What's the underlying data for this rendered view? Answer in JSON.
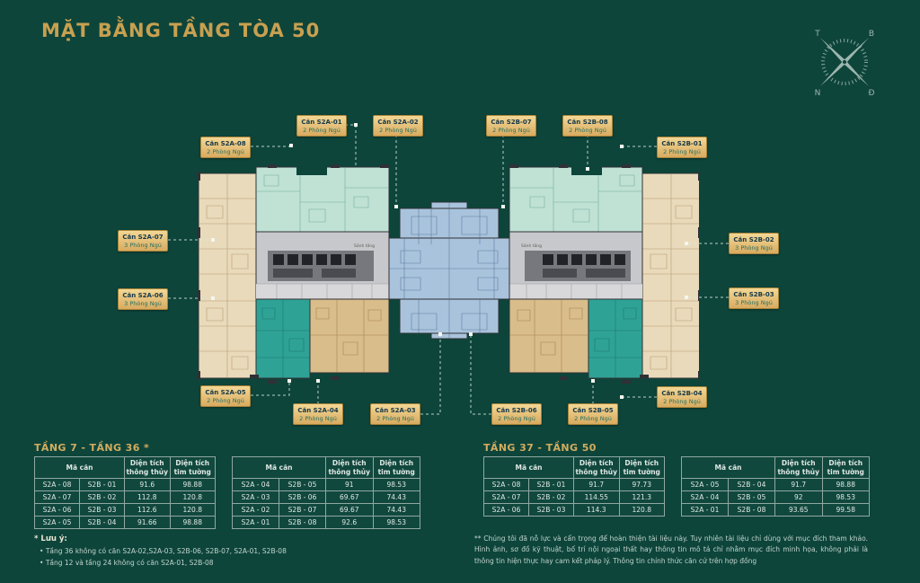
{
  "page": {
    "title": "MẶT BẰNG TẦNG TÒA 50"
  },
  "compass": {
    "nw": "T",
    "ne": "B",
    "sw": "N",
    "se": "Đ"
  },
  "plan": {
    "corridor_label_left": "Sảnh tầng",
    "corridor_label_right": "Sảnh tầng"
  },
  "callouts": [
    {
      "unit": "Căn S2A-08",
      "beds": "2 Phòng Ngủ"
    },
    {
      "unit": "Căn S2A-01",
      "beds": "2 Phòng Ngủ"
    },
    {
      "unit": "Căn S2A-02",
      "beds": "2 Phòng Ngủ"
    },
    {
      "unit": "Căn S2B-07",
      "beds": "2 Phòng Ngủ"
    },
    {
      "unit": "Căn S2B-08",
      "beds": "2 Phòng Ngủ"
    },
    {
      "unit": "Căn S2B-01",
      "beds": "2 Phòng Ngủ"
    },
    {
      "unit": "Căn S2A-07",
      "beds": "3 Phòng Ngủ"
    },
    {
      "unit": "Căn S2A-06",
      "beds": "3 Phòng Ngủ"
    },
    {
      "unit": "Căn S2B-02",
      "beds": "3 Phòng Ngủ"
    },
    {
      "unit": "Căn S2B-03",
      "beds": "3 Phòng Ngủ"
    },
    {
      "unit": "Căn S2A-05",
      "beds": "2 Phòng Ngủ"
    },
    {
      "unit": "Căn S2A-04",
      "beds": "2 Phòng Ngủ"
    },
    {
      "unit": "Căn S2A-03",
      "beds": "2 Phòng Ngủ"
    },
    {
      "unit": "Căn S2B-06",
      "beds": "2 Phòng Ngủ"
    },
    {
      "unit": "Căn S2B-05",
      "beds": "2 Phòng Ngủ"
    },
    {
      "unit": "Căn S2B-04",
      "beds": "2 Phòng Ngủ"
    }
  ],
  "tables": {
    "headers": {
      "unit": "Mã căn",
      "clear": "Diện tích thông thủy",
      "wall": "Diện tích tim tường"
    },
    "group1": {
      "title": "TẦNG 7 - TẦNG 36 *"
    },
    "group2": {
      "title": "TẦNG 37 - TẦNG 50"
    },
    "t1": {
      "rows": [
        [
          "S2A - 08",
          "S2B - 01",
          "91.6",
          "98.88"
        ],
        [
          "S2A - 07",
          "S2B - 02",
          "112.8",
          "120.8"
        ],
        [
          "S2A - 06",
          "S2B - 03",
          "112.6",
          "120.8"
        ],
        [
          "S2A - 05",
          "S2B - 04",
          "91.66",
          "98.88"
        ]
      ]
    },
    "t2": {
      "rows": [
        [
          "S2A - 04",
          "S2B - 05",
          "91",
          "98.53"
        ],
        [
          "S2A - 03",
          "S2B - 06",
          "69.67",
          "74.43"
        ],
        [
          "S2A - 02",
          "S2B - 07",
          "69.67",
          "74.43"
        ],
        [
          "S2A - 01",
          "S2B - 08",
          "92.6",
          "98.53"
        ]
      ]
    },
    "t3": {
      "rows": [
        [
          "S2A - 08",
          "S2B - 01",
          "91.7",
          "97.73"
        ],
        [
          "S2A - 07",
          "S2B - 02",
          "114.55",
          "121.3"
        ],
        [
          "S2A - 06",
          "S2B - 03",
          "114.3",
          "120.8"
        ]
      ]
    },
    "t4": {
      "rows": [
        [
          "S2A - 05",
          "S2B - 04",
          "91.7",
          "98.88"
        ],
        [
          "S2A - 04",
          "S2B - 05",
          "92",
          "98.53"
        ],
        [
          "S2A - 01",
          "S2B - 08",
          "93.65",
          "99.58"
        ]
      ]
    }
  },
  "footnotes": {
    "left_title": "* Lưu ý:",
    "left_items": [
      "Tầng 36 không có căn S2A-02,S2A-03, S2B-06, S2B-07, S2A-01, S2B-08",
      "Tầng 12 và tầng 24 không có căn S2A-01, S2B-08"
    ],
    "right": "** Chúng tôi đã nỗ lực và cẩn trọng để hoàn thiện tài liệu này. Tuy nhiên tài liệu chỉ dùng với mục đích tham khảo. Hình ảnh, sơ đồ kỹ thuật, bố trí nội ngoại thất hay thông tin mô tả chỉ nhằm mục đích minh họa, không phải là thông tin hiện thực hay cam kết pháp lý. Thông tin chính thức căn cứ trên hợp đồng"
  },
  "colors": {
    "bg": "#0d453b",
    "gold": "#c8a050",
    "callout_bg1": "#f3d795",
    "callout_bg2": "#d8ab60",
    "callout_border": "#a98437",
    "callout_text": "#14384a",
    "callout_sub": "#256f63",
    "connector": "#d8e6dd",
    "table_border": "#8fa8a2",
    "table_text": "#dfe8e4",
    "table_title": "#d3ac5e",
    "footnote": "#c3d4cd",
    "footnote_bright": "#ece5d4",
    "compass": "#9db6ae",
    "beige": "#e9dabb",
    "beige_ln": "#a3865a",
    "tan": "#d9bd8a",
    "tan_ln": "#97713f",
    "mint": "#bfe2d5",
    "mint_ln": "#5f998c",
    "teal": "#2fa296",
    "teal_ln": "#16695f",
    "blue": "#a9c3dc",
    "blue_ln": "#48678f",
    "gray": "#c7c8cb",
    "gray2": "#d8d8da",
    "gray_ln": "#8e8f94",
    "core": "#77787d",
    "shaft": "#222327",
    "stair": "#4a4b50",
    "wall": "#303136"
  }
}
